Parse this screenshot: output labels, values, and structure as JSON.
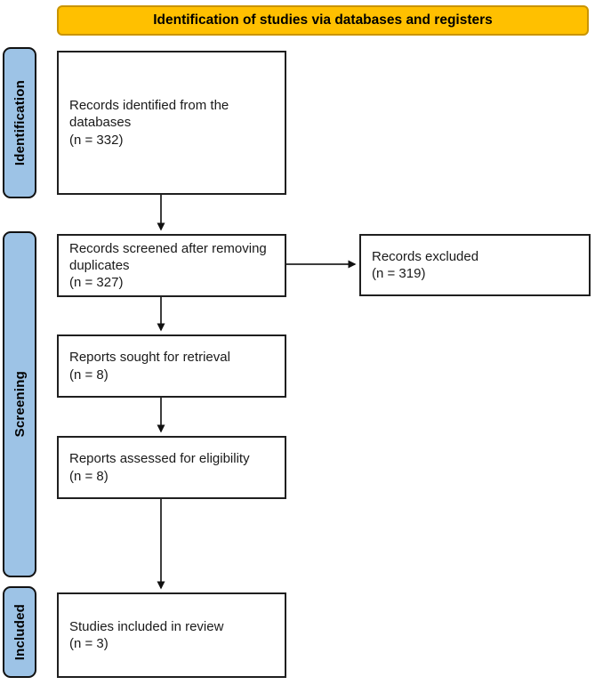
{
  "header": {
    "title": "Identification of studies via databases and registers"
  },
  "colors": {
    "header_fill": "#FFC000",
    "header_border": "#C99400",
    "stage_fill": "#9DC3E6",
    "stage_border": "#111111",
    "box_border": "#1f1f1f",
    "arrow": "#3d3d3d"
  },
  "stages": [
    {
      "id": "identification",
      "label": "Identification"
    },
    {
      "id": "screening",
      "label": "Screening"
    },
    {
      "id": "included",
      "label": "Included"
    }
  ],
  "boxes": {
    "records_identified": {
      "text": "Records identified from the\ndatabases\n(n = 332)"
    },
    "records_screened": {
      "text": "Records screened after removing\nduplicates\n(n = 327)"
    },
    "records_excluded": {
      "text": "Records excluded\n(n = 319)"
    },
    "reports_sought": {
      "text": "Reports sought for retrieval\n(n = 8)"
    },
    "reports_assessed": {
      "text": "Reports assessed for eligibility\n(n = 8)"
    },
    "studies_included": {
      "text": "Studies included in review\n(n = 3)"
    }
  }
}
